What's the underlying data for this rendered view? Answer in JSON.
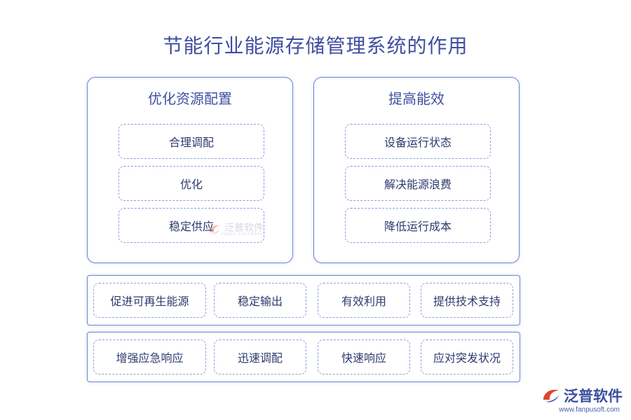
{
  "title": "节能行业能源存储管理系统的作用",
  "left_panel": {
    "title": "优化资源配置",
    "items": [
      "合理调配",
      "优化",
      "稳定供应"
    ]
  },
  "right_panel": {
    "title": "提高能效",
    "items": [
      "设备运行状态",
      "解决能源浪费",
      "降低运行成本"
    ]
  },
  "row1": [
    "促进可再生能源",
    "稳定输出",
    "有效利用",
    "提供技术支持"
  ],
  "row2": [
    "增强应急响应",
    "迅速调配",
    "快速响应",
    "应对突发状况"
  ],
  "watermark": {
    "text": "泛普软件",
    "sub": "FANPU SOFTWARE"
  },
  "logo": {
    "text": "泛普软件",
    "url": "www.fanpusoft.com"
  },
  "colors": {
    "accent": "#3f4fa0",
    "border": "#6f86d4",
    "dash": "#8b9fdc",
    "logo_red": "#e0452c"
  }
}
